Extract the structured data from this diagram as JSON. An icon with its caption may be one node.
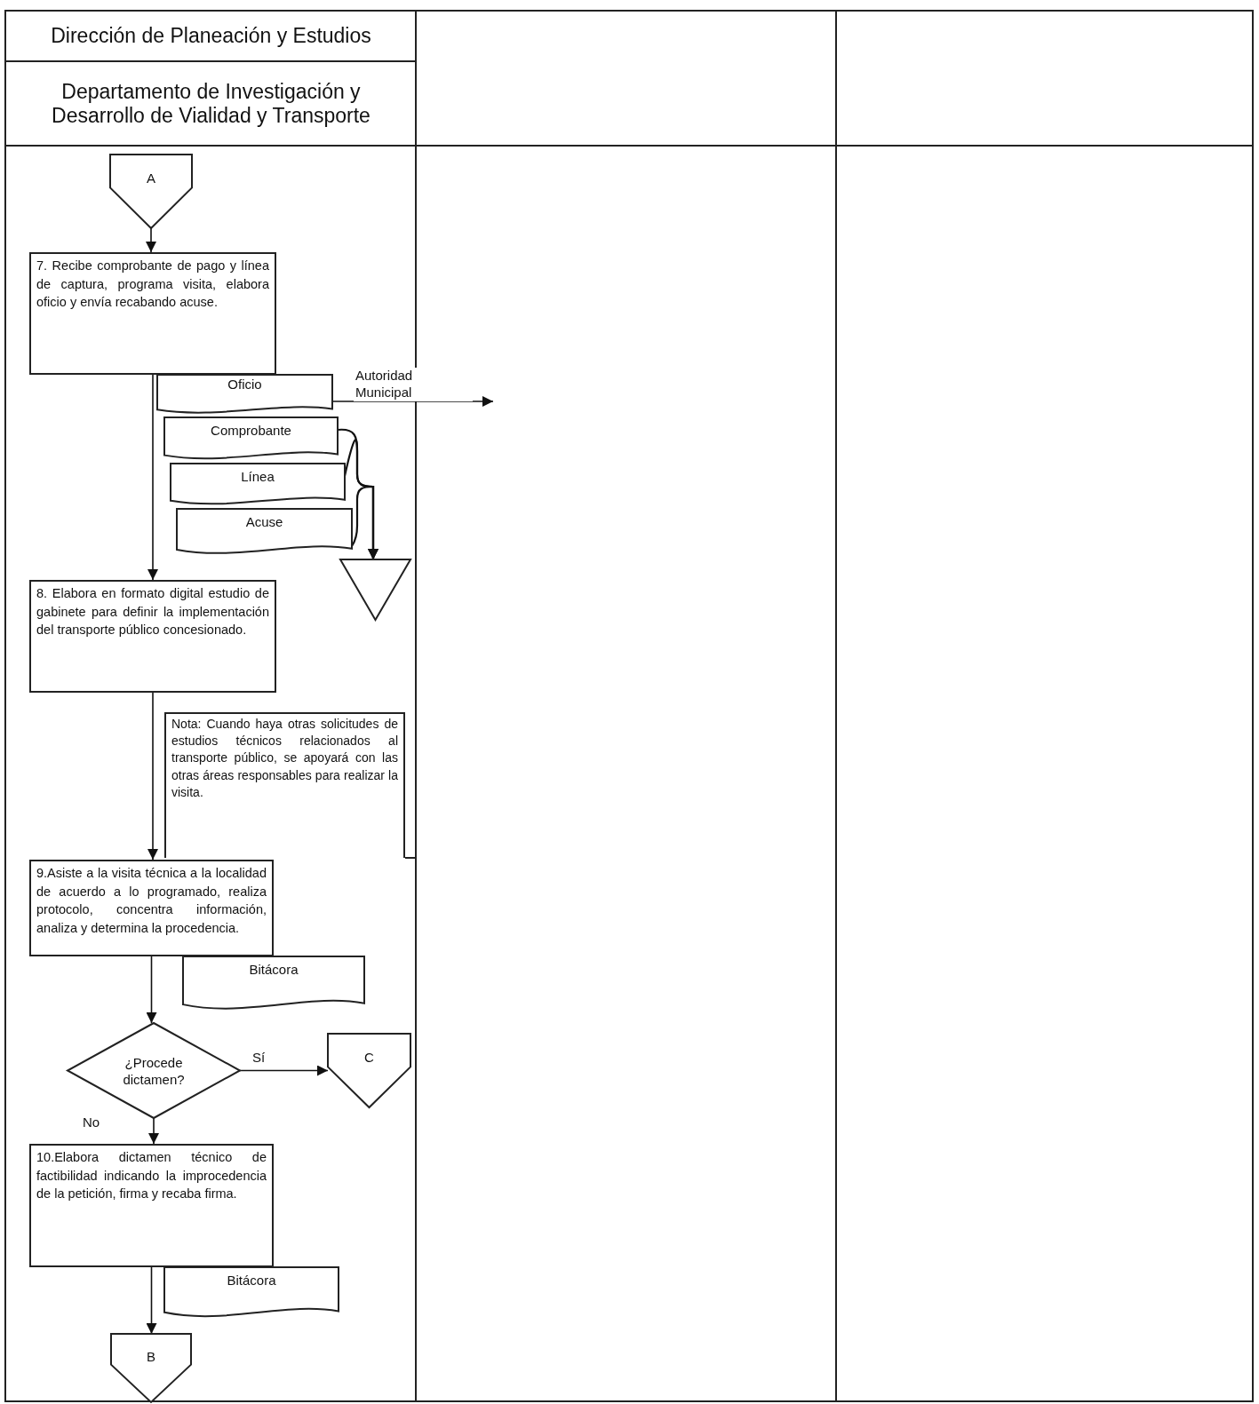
{
  "diagram": {
    "nodes": [
      {
        "text": [
          "Dirección de Planeación y Estudios"
        ]
      },
      {
        "text": [
          "Departamento de Investigación y Desarrollo de Vialidad y Transporte"
        ]
      },
      {
        "text": [
          "A"
        ]
      },
      {
        "text": [
          "7. Recibe comprobante de pago y línea de captura, programa visita, elabora oficio y envía recabando acuse."
        ]
      },
      {
        "text": [
          "Oficio"
        ]
      },
      {
        "text": [
          "Comprobante"
        ]
      },
      {
        "text": [
          "Línea"
        ]
      },
      {
        "text": [
          "Acuse"
        ]
      },
      {
        "text": [],
        "shape": "triangle"
      },
      {
        "text": [
          "8. Elabora en formato digital estudio de gabinete para definir la implementación del transporte público concesionado."
        ]
      },
      {
        "text": [
          "Nota: Cuando haya otras solicitudes de estudios técnicos relacionados al transporte público, se apoyará con las otras áreas responsables para realizar la visita."
        ]
      },
      {
        "text": [
          "9.Asiste a la visita técnica a la localidad de acuerdo a lo programado, realiza protocolo, concentra información, analiza y determina la procedencia."
        ]
      },
      {
        "text": [
          "Bitácora"
        ]
      },
      {
        "text": [
          "¿Procede dictamen?"
        ]
      },
      {
        "text": [
          "C"
        ]
      },
      {
        "text": [
          "10.Elabora dictamen técnico de factibilidad indicando la improcedencia de la petición, firma y recaba firma."
        ]
      },
      {
        "text": [
          "Bitácora"
        ]
      },
      {
        "text": [
          "B"
        ]
      }
    ],
    "edges": [
      {
        "from": 2,
        "to": 3,
        "arrow": "to"
      },
      {
        "from": 3,
        "to": 9,
        "arrow": "to"
      },
      {
        "from": 4,
        "to": null,
        "arrow": "to",
        "label": "Autoridad Municipal"
      },
      {
        "from": 5,
        "to": 8,
        "arrow": "to"
      },
      {
        "from": 6,
        "to": 8,
        "arrow": "to"
      },
      {
        "from": 7,
        "to": 8,
        "arrow": "to"
      },
      {
        "from": 9,
        "to": 11,
        "arrow": "to"
      },
      {
        "from": 11,
        "to": 13,
        "arrow": "to"
      },
      {
        "from": 13,
        "to": 14,
        "arrow": "to",
        "label": "Sí"
      },
      {
        "from": 13,
        "to": 15,
        "arrow": "to",
        "label": "No"
      },
      {
        "from": 15,
        "to": 17,
        "arrow": "to"
      }
    ]
  }
}
